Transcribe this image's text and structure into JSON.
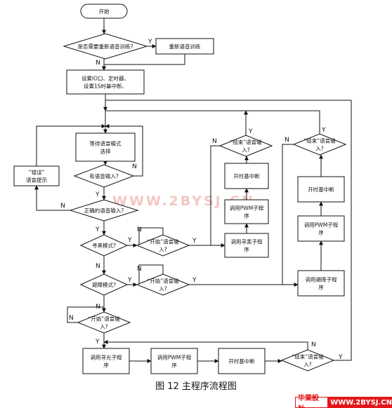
{
  "nodes": {
    "start": "开始",
    "need_retrain": "是否需要重新语音训练?",
    "retrain": "重新语音训练",
    "setup": [
      "设置IO口、定时器、",
      "设置1S时基中断、"
    ],
    "wait_mode": [
      "等待语音模式",
      "选择"
    ],
    "has_input": "有语音输入?",
    "error_prompt": [
      "“错误”",
      "语音提示"
    ],
    "correct_input": "正确的语音输入?",
    "tracking_mode": "寻黑模式?",
    "start_voice_1": [
      "“开始”语音输",
      "入?"
    ],
    "call_tracking_sub": [
      "调用寻黑子程",
      "序"
    ],
    "call_pwm_1": [
      "调用PWM子程",
      "序"
    ],
    "timer_1": "开时基中断",
    "end_voice_1": [
      "“结束”语音输",
      "入?"
    ],
    "avoid_mode": "避障模式?",
    "start_voice_2": [
      "“开始”语音输",
      "入?"
    ],
    "call_avoid_sub": [
      "调用避障子程",
      "序"
    ],
    "call_pwm_2": [
      "调用PWM子程",
      "序"
    ],
    "timer_2": "开时基中断",
    "end_voice_2": [
      "“结束”语音输",
      "入?"
    ],
    "start_voice_3": [
      "“开始”语音输",
      "入?"
    ],
    "call_follow_sub": [
      "调用寻光子程",
      "序"
    ],
    "call_pwm_3": [
      "调用PWM子程",
      "序"
    ],
    "timer_3": "开时基中断",
    "end_voice_3": [
      "“结束”语音输",
      "入?"
    ]
  },
  "yes_label": "Y",
  "no_label": "N",
  "caption": "图 12 主程序流程图",
  "watermark": "WWW.2BYSJ.CN",
  "footer": {
    "cn": "毕業設計",
    "url": "WWW.2BYSJ.CN"
  },
  "colors": {
    "line": "#111111",
    "accent": "#e3171b",
    "watermark": "#f4c7c2"
  }
}
